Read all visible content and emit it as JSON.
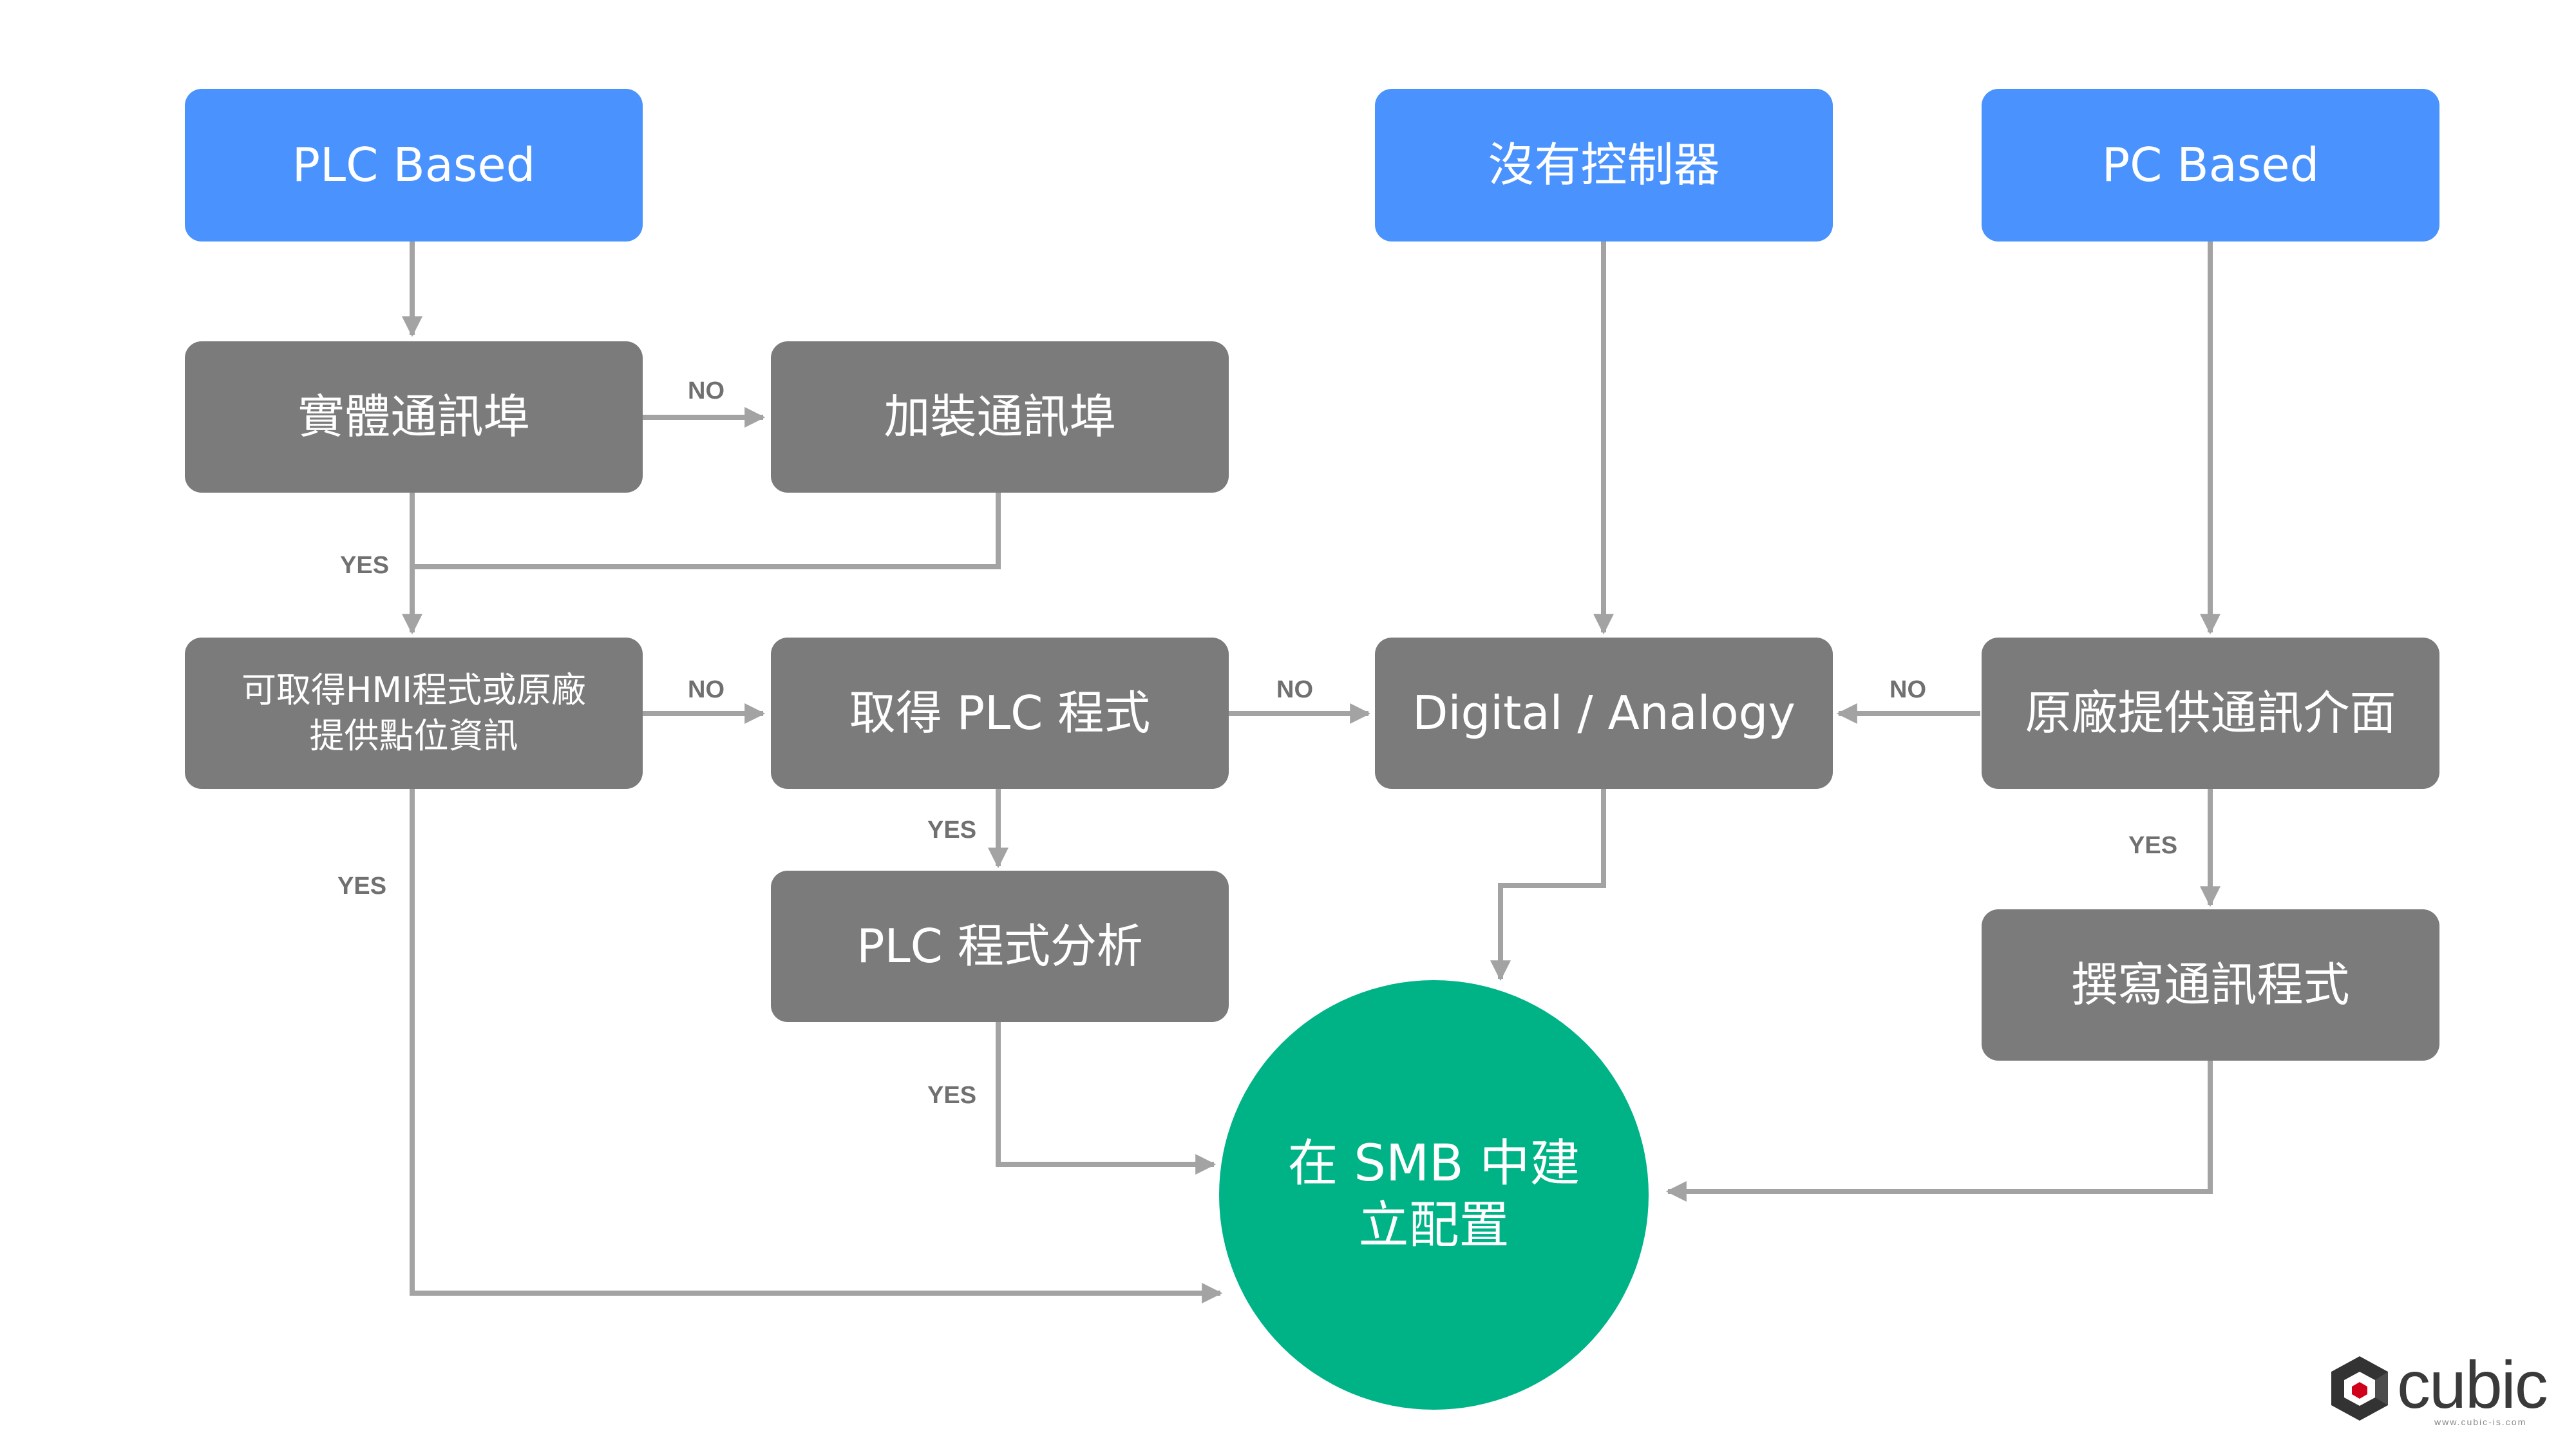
{
  "nodes": {
    "plc_based": "PLC Based",
    "no_controller": "沒有控制器",
    "pc_based": "PC Based",
    "physical_port": "實體通訊埠",
    "add_port": "加裝通訊埠",
    "hmi_info": "可取得HMI程式或原廠\n提供點位資訊",
    "get_plc_program": "取得 PLC 程式",
    "digital_analog": "Digital / Analogy",
    "vendor_interface": "原廠提供通訊介面",
    "plc_analysis": "PLC 程式分析",
    "write_program": "撰寫通訊程式",
    "smb_config": "在 SMB 中建\n立配置"
  },
  "edge_labels": {
    "no_port": "NO",
    "yes_port": "YES",
    "no_hmi": "NO",
    "yes_hmi": "YES",
    "no_plc_program": "NO",
    "yes_plc_program": "YES",
    "yes_analysis": "YES",
    "no_vendor": "NO",
    "yes_vendor": "YES"
  },
  "logo": {
    "name": "cubic",
    "url": "www.cubic-is.com"
  },
  "colors": {
    "start_node": "#4a93ff",
    "process_node": "#7b7b7b",
    "end_node": "#00b386",
    "connector": "#a3a3a3",
    "label": "#707070"
  }
}
